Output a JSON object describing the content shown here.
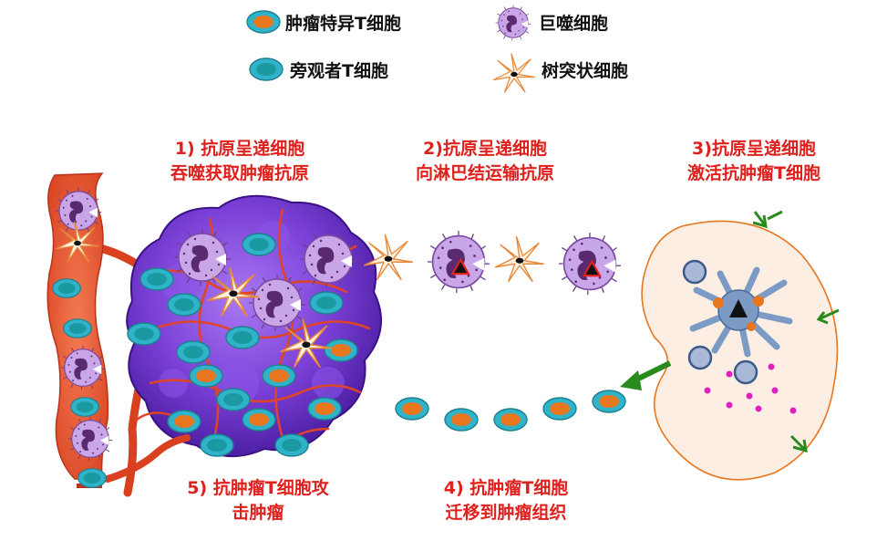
{
  "legend": {
    "tumor_t_cell": "肿瘤特异T细胞",
    "macrophage": "巨噬细胞",
    "bystander_t_cell": "旁观者T细胞",
    "dendritic_cell": "树突状细胞"
  },
  "steps": {
    "step1": {
      "line1": "1)  抗原呈递细胞",
      "line2": "吞噬获取肿瘤抗原"
    },
    "step2": {
      "line1": "2)抗原呈递细胞",
      "line2": "向淋巴结运输抗原"
    },
    "step3": {
      "line1": "3)抗原呈递细胞",
      "line2": "激活抗肿瘤T细胞"
    },
    "step4": {
      "line1": "4) 抗肿瘤T细胞",
      "line2": "迁移到肿瘤组织"
    },
    "step5": {
      "line1": "5) 抗肿瘤T细胞攻",
      "line2": "击肿瘤"
    }
  },
  "colors": {
    "title_red": "#e0201c",
    "t_cell_membrane": "#2fb3c9",
    "tumor_nucleus": "#e8761e",
    "bystander_nucleus": "#1a9aa0",
    "macrophage_body": "#c9a6e8",
    "macrophage_nucleus": "#5a2a6e",
    "dendritic": "#f2a65a",
    "tumor_mass": "#7a3fd6",
    "vessel": "#e8552e",
    "lymph_node_fill": "#fdeee4",
    "lymph_node_edge": "#e8761e",
    "arrow": "#2a8a1e",
    "cytokine": "#e020c0"
  }
}
